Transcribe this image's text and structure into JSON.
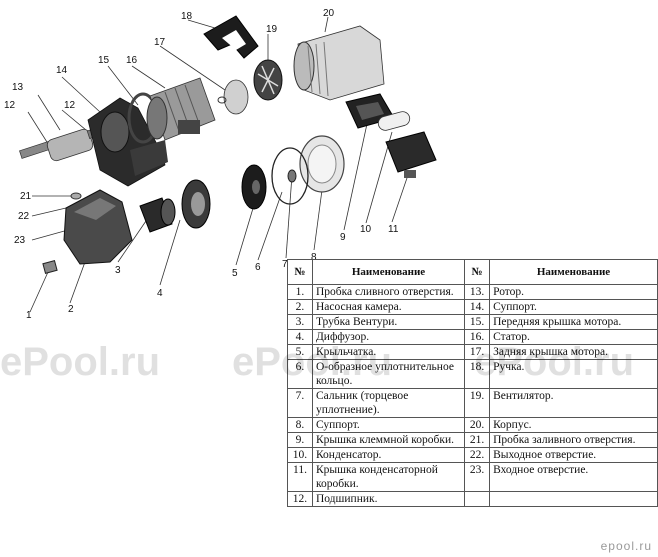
{
  "callouts": [
    "1",
    "2",
    "3",
    "4",
    "5",
    "6",
    "7",
    "8",
    "9",
    "10",
    "11",
    "12",
    "12",
    "13",
    "14",
    "15",
    "16",
    "17",
    "18",
    "19",
    "20",
    "21",
    "22",
    "23"
  ],
  "table": {
    "headers": [
      "№",
      "Наименование",
      "№",
      "Наименование"
    ],
    "rows": [
      [
        {
          "n": "1.",
          "t": "Пробка сливного отверстия."
        },
        {
          "n": "13.",
          "t": "Ротор."
        }
      ],
      [
        {
          "n": "2.",
          "t": "Насосная камера."
        },
        {
          "n": "14.",
          "t": "Суппорт."
        }
      ],
      [
        {
          "n": "3.",
          "t": "Трубка Вентури."
        },
        {
          "n": "15.",
          "t": "Передняя крышка мотора."
        }
      ],
      [
        {
          "n": "4.",
          "t": "Диффузор."
        },
        {
          "n": "16.",
          "t": "Статор."
        }
      ],
      [
        {
          "n": "5.",
          "t": "Крыльчатка."
        },
        {
          "n": "17.",
          "t": "Задняя крышка мотора."
        }
      ],
      [
        {
          "n": "6.",
          "t": "O-образное уплотнительное кольцо."
        },
        {
          "n": "18.",
          "t": "Ручка."
        }
      ],
      [
        {
          "n": "7.",
          "t": "Сальник (торцевое уплотнение)."
        },
        {
          "n": "19.",
          "t": "Вентилятор."
        }
      ],
      [
        {
          "n": "8.",
          "t": "Суппорт."
        },
        {
          "n": "20.",
          "t": "Корпус."
        }
      ],
      [
        {
          "n": "9.",
          "t": "Крышка клеммной коробки."
        },
        {
          "n": "21.",
          "t": "Пробка заливного отверстия."
        }
      ],
      [
        {
          "n": "10.",
          "t": "Конденсатор."
        },
        {
          "n": "22.",
          "t": "Выходное отверстие."
        }
      ],
      [
        {
          "n": "11.",
          "t": "Крышка конденсаторной коробки."
        },
        {
          "n": "23.",
          "t": "Входное отверстие."
        }
      ],
      [
        {
          "n": "12.",
          "t": "Подшипник."
        },
        {
          "n": "",
          "t": ""
        }
      ]
    ]
  },
  "watermarks": [
    "ePool.ru",
    "ePool.ru",
    "ePool.ru"
  ],
  "logo": "epool.ru"
}
